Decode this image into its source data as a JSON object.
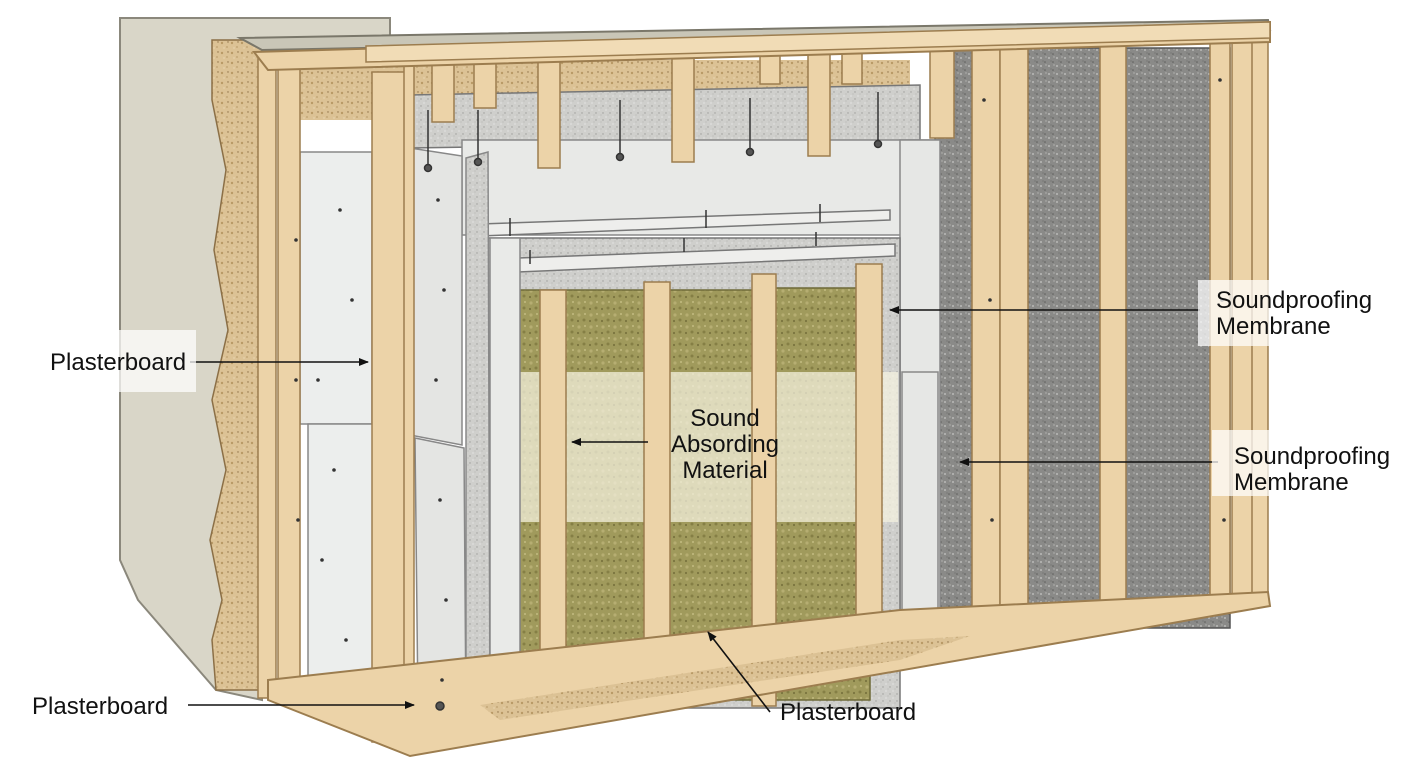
{
  "labels": {
    "plasterboard_left": "Plasterboard",
    "plasterboard_bottom_left": "Plasterboard",
    "plasterboard_bottom_center": "Plasterboard",
    "sound_absorbing": [
      "Sound",
      "Absording",
      "Material"
    ],
    "membrane_upper": [
      "Soundproofing",
      "Membrane"
    ],
    "membrane_lower": [
      "Soundproofing",
      "Membrane"
    ]
  },
  "colors": {
    "timber": "#ecd2a6",
    "timber_edge": "#9c7d4f",
    "plasterboard": "#e9ebe9",
    "insulation": "#9c9457",
    "membrane_grey": "#7f7f7e",
    "concrete": "#d8d5c6",
    "rubble": "#d9bf8f",
    "arrow": "#111111"
  }
}
